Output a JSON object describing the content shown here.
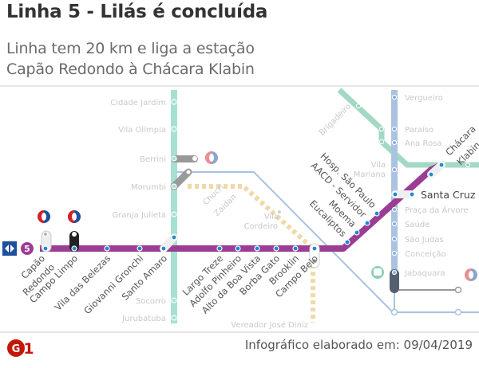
{
  "header": {
    "title": "Linha 5 - Lilás é concluída",
    "subtitle_line1": "Linha tem 20 km e liga a estação",
    "subtitle_line2": "Capão Redondo à Chácara Klabin"
  },
  "footer": {
    "logo": "G1",
    "credit": "Infográfico elaborado em: 09/04/2019"
  },
  "line_badge": "5",
  "colors": {
    "line5": "#9b3c95",
    "line9": "#a6e0d0",
    "line1": "#a9c3e0",
    "line2": "#8ccfb5",
    "line17": "#f1d9a8",
    "station_dot": "#1e88d0"
  },
  "line5_stations": [
    "Capão Redondo",
    "Campo Limpo",
    "Vila das Belezas",
    "Giovanni Gronchi",
    "Santo Amaro",
    "Largo Treze",
    "Adolfo Pinheiro",
    "Alto da Boa Vista",
    "Borba Gato",
    "Brooklin",
    "Campo Belo",
    "Eucaliptos",
    "Moema",
    "AACD - Servidor",
    "Hosp. São Paulo",
    "Santa Cruz",
    "Chácara Klabin"
  ],
  "line9_stations": [
    "Cidade Jardim",
    "Vila Olímpia",
    "Berrini",
    "Morumbi",
    "Granja Julieta",
    "Socorro",
    "Jurubatuba"
  ],
  "line1_stations": [
    "Vergueiro",
    "Paraíso",
    "Ana Rosa",
    "Vila Mariana",
    "Praça da Árvore",
    "Saúde",
    "São Judas",
    "Conceição",
    "Jabaquara"
  ],
  "line2_stations": [
    "Brigadeiro"
  ],
  "line17_stations": [
    "Chucri Zaidan",
    "Vila Cordeiro",
    "Vereador José Diniz"
  ]
}
